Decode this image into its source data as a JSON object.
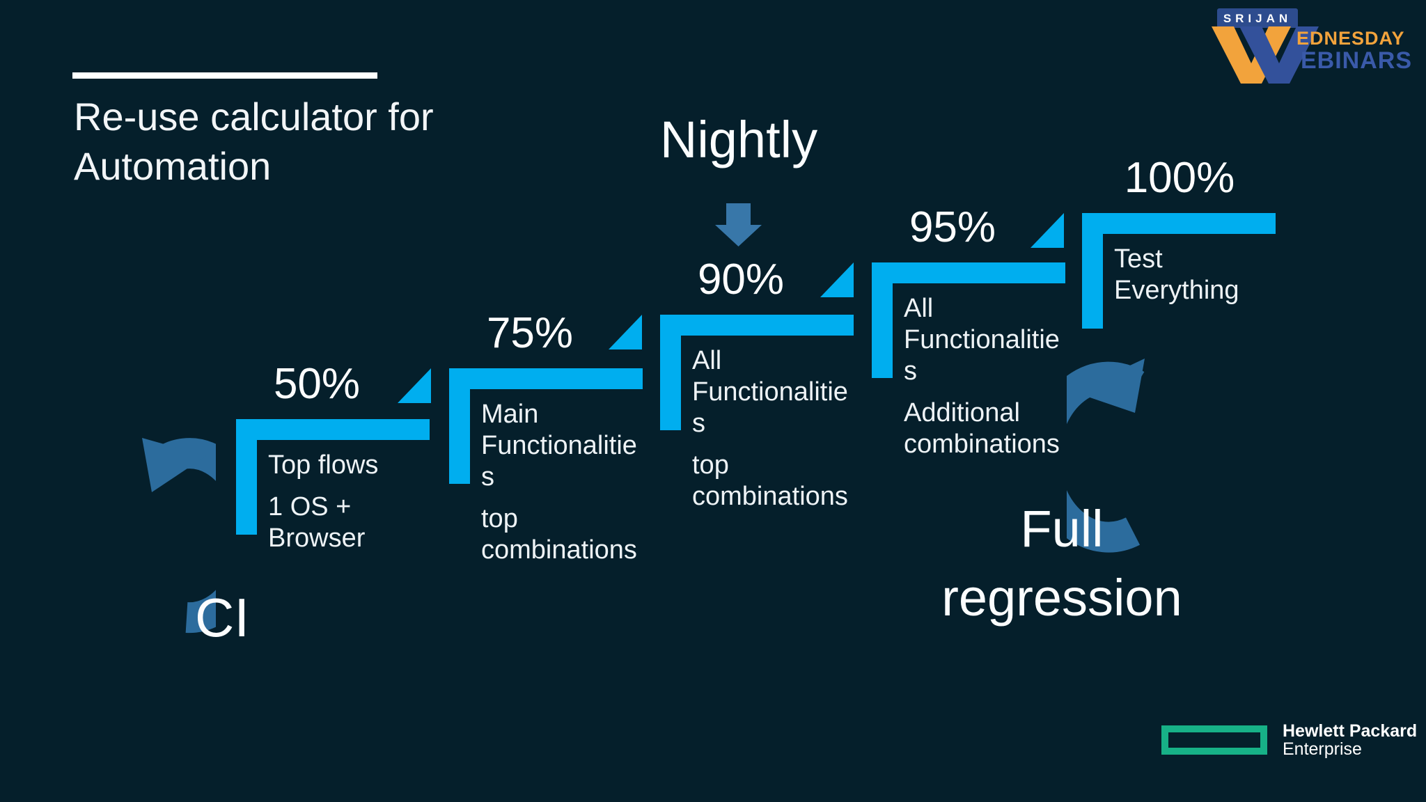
{
  "slide": {
    "title_lines": [
      "Re-use calculator for",
      "Automation"
    ],
    "nightly_label": "Nightly",
    "ci_label": "CI",
    "full_regression_lines": [
      "Full",
      "regression"
    ]
  },
  "steps": [
    {
      "percent": "50%",
      "para1": [
        "Top flows"
      ],
      "para2": [
        "1 OS +",
        "Browser"
      ]
    },
    {
      "percent": "75%",
      "para1": [
        "Main",
        "Functionalitie",
        "s"
      ],
      "para2": [
        "top",
        "combinations"
      ]
    },
    {
      "percent": "90%",
      "para1": [
        "All",
        "Functionalitie",
        "s"
      ],
      "para2": [
        "top",
        "combinations"
      ]
    },
    {
      "percent": "95%",
      "para1": [
        "All",
        "Functionalitie",
        "s"
      ],
      "para2": [
        "Additional",
        "combinations"
      ]
    },
    {
      "percent": "100%",
      "para1": [
        "Test",
        "Everything"
      ],
      "para2": []
    }
  ],
  "logos": {
    "srijan": {
      "badge": "SRIJAN",
      "word_top": "EDNESDAY",
      "word_bottom": "EBINARS"
    },
    "hpe": {
      "line1": "Hewlett Packard",
      "line2": "Enterprise"
    }
  },
  "colors": {
    "background": "#051f2b",
    "step_cyan": "#00aeef",
    "arrow_blue": "#2e6f9f",
    "srijan_blue": "#2d4c8e",
    "srijan_orange": "#f2a33c",
    "hpe_green": "#17b187",
    "text": "#eef3f6"
  }
}
